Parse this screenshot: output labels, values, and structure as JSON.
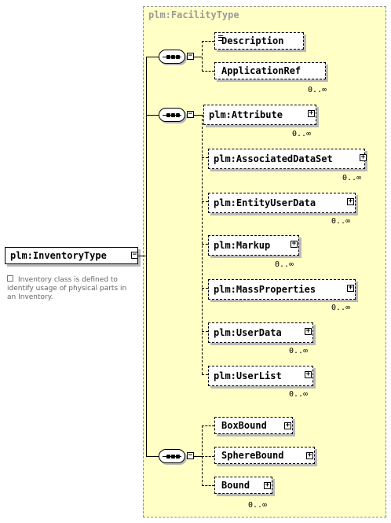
{
  "root": {
    "label": "plm:InventoryType",
    "documentation": "Inventory class is defined to identify usage of physical parts in an Inventory."
  },
  "group_title": "plm:FacilityType",
  "sequences": [
    {
      "name": "sequence-1",
      "children": [
        {
          "label": "Description",
          "cardinality": ""
        },
        {
          "label": "ApplicationRef",
          "cardinality": "0..∞"
        }
      ]
    },
    {
      "name": "sequence-2",
      "children": [
        {
          "label": "plm:Attribute",
          "cardinality": "0..∞"
        },
        {
          "label": "plm:AssociatedDataSet",
          "cardinality": "0..∞"
        },
        {
          "label": "plm:EntityUserData",
          "cardinality": "0..∞"
        },
        {
          "label": "plm:Markup",
          "cardinality": "0..∞"
        },
        {
          "label": "plm:MassProperties",
          "cardinality": "0..∞"
        },
        {
          "label": "plm:UserData",
          "cardinality": "0..∞"
        },
        {
          "label": "plm:UserList",
          "cardinality": "0..∞"
        }
      ]
    },
    {
      "name": "sequence-3",
      "children": [
        {
          "label": "BoxBound",
          "cardinality": ""
        },
        {
          "label": "SphereBound",
          "cardinality": ""
        },
        {
          "label": "Bound",
          "cardinality": "0..∞"
        }
      ]
    }
  ]
}
